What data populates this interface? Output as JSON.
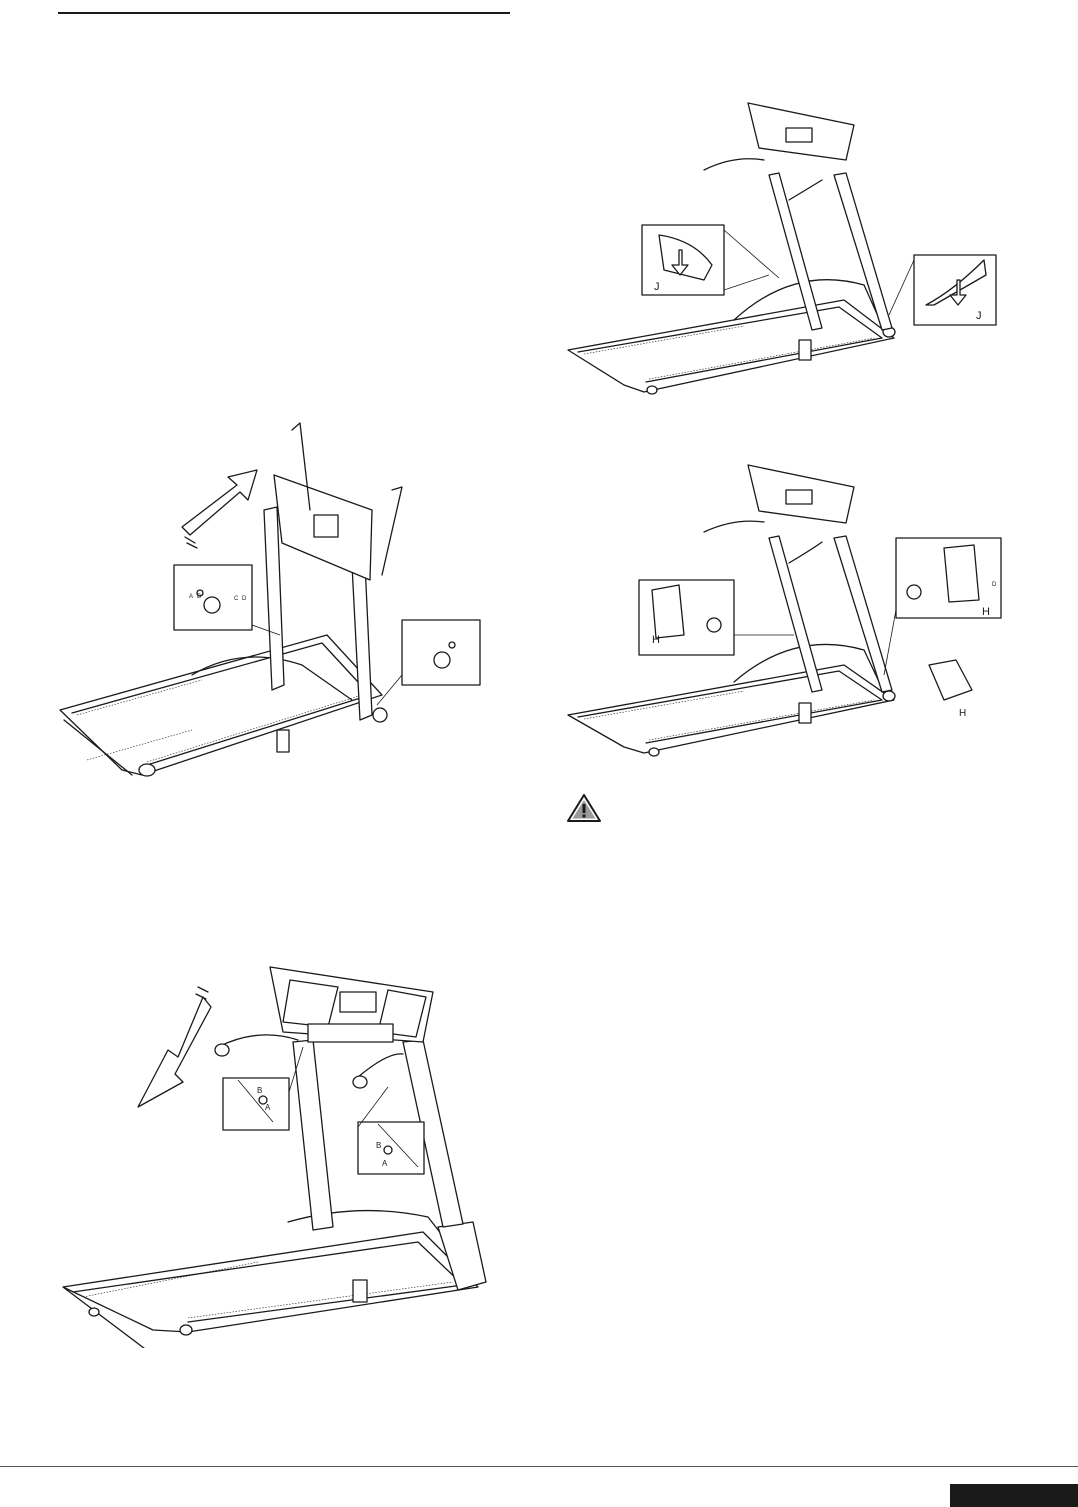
{
  "figures": {
    "fig_mast_raise": {
      "arrow": "arrow-up-right-icon",
      "callouts": [
        "A",
        "B",
        "C",
        "D"
      ]
    },
    "fig_console_lower": {
      "arrow": "arrow-down-left-icon",
      "callout_left": [
        "B",
        "A"
      ],
      "callout_right": [
        "B",
        "A"
      ]
    },
    "fig_side_cover": {
      "label_left": "J",
      "label_right": "J"
    },
    "fig_base_cover": {
      "label_left": "H",
      "label_right": "H",
      "label_bottom": "H",
      "callout": [
        "D"
      ]
    }
  },
  "warning_icon": "warning-triangle-icon",
  "colors": {
    "ink": "#1a1a1a",
    "tab": "#1a1a1a"
  }
}
